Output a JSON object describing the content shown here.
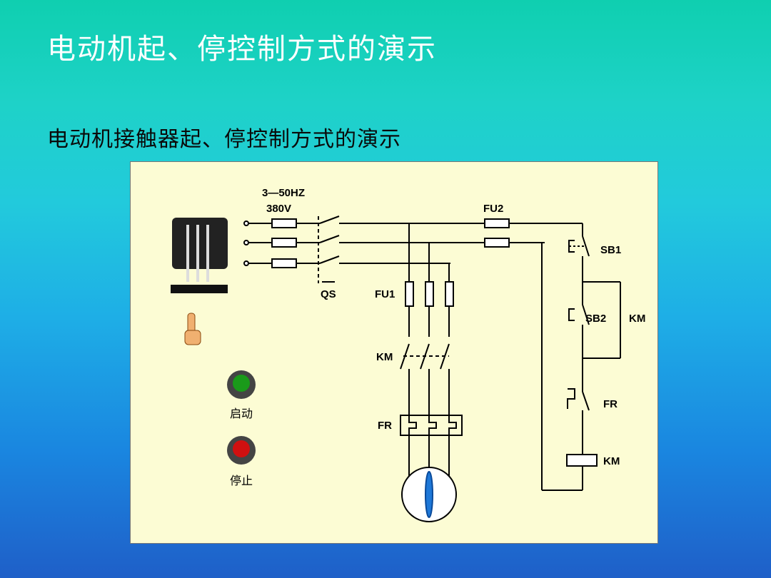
{
  "slide": {
    "title": "电动机起、停控制方式的演示",
    "subtitle": "电动机接触器起、停控制方式的演示"
  },
  "diagram": {
    "supply_label_line1": "3—50HZ",
    "supply_label_line2": "380V",
    "labels": {
      "qs": "QS",
      "fu1": "FU1",
      "fu2": "FU2",
      "km_main": "KM",
      "fr_main": "FR",
      "sb1": "SB1",
      "sb2": "SB2",
      "km_aux": "KM",
      "fr_aux": "FR",
      "km_coil": "KM"
    },
    "controls": {
      "start_label": "启动",
      "stop_label": "停止",
      "start_color": "#1a9a1a",
      "stop_color": "#d01010"
    },
    "icons": [
      "knife-switch-icon",
      "pointing-hand-icon",
      "motor-fan-icon"
    ]
  }
}
